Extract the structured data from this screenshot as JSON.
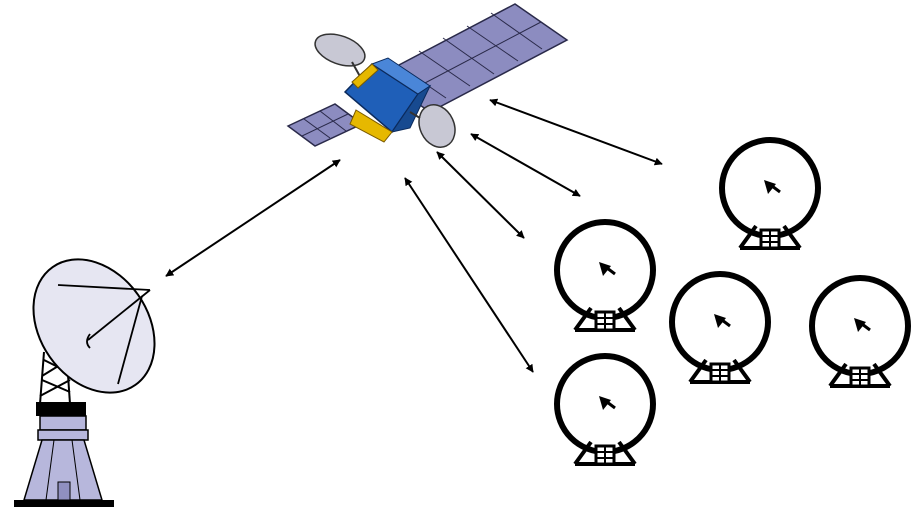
{
  "diagram": {
    "nodes": [
      {
        "id": "satellite",
        "icon": "satellite-icon"
      },
      {
        "id": "ground-station",
        "icon": "ground-station-dish-icon"
      },
      {
        "id": "terminal-1",
        "icon": "satellite-dish-icon"
      },
      {
        "id": "terminal-2",
        "icon": "satellite-dish-icon"
      },
      {
        "id": "terminal-3",
        "icon": "satellite-dish-icon"
      },
      {
        "id": "terminal-4",
        "icon": "satellite-dish-icon"
      },
      {
        "id": "terminal-5",
        "icon": "satellite-dish-icon"
      }
    ],
    "links": [
      {
        "from": "satellite",
        "to": "ground-station",
        "style": "double-arrow"
      },
      {
        "from": "satellite",
        "to": "terminal-1",
        "style": "double-arrow"
      },
      {
        "from": "satellite",
        "to": "terminal-2",
        "style": "double-arrow"
      },
      {
        "from": "satellite",
        "to": "terminal-3",
        "style": "double-arrow"
      },
      {
        "from": "satellite",
        "to": "terminal-4",
        "style": "double-arrow"
      },
      {
        "from": "satellite",
        "to": "terminal-5",
        "style": "double-arrow"
      }
    ],
    "colors": {
      "panel": "#8c8cc0",
      "panel_grid": "#2a2a4a",
      "body_blue": "#1f5fb8",
      "body_gold": "#e6b800",
      "dish_light": "#e6e6f2",
      "base_lavender": "#b7b7dc",
      "outline": "#000000"
    }
  }
}
